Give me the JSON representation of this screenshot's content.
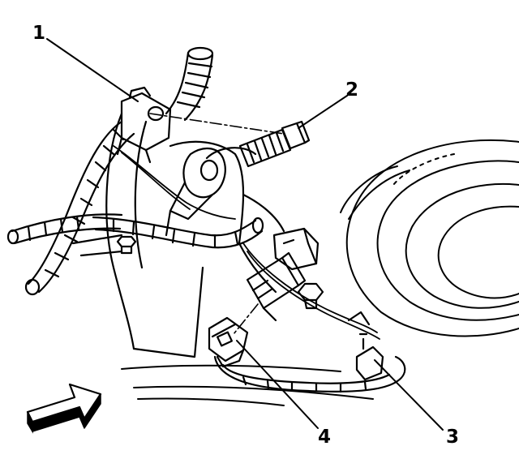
{
  "figure": {
    "callouts": [
      {
        "id": "1",
        "label": "1"
      },
      {
        "id": "2",
        "label": "2"
      },
      {
        "id": "3",
        "label": "3"
      },
      {
        "id": "4",
        "label": "4"
      }
    ],
    "ink_color": "#000000",
    "background_color": "#ffffff",
    "icons": [
      "direction-arrow-icon"
    ]
  }
}
